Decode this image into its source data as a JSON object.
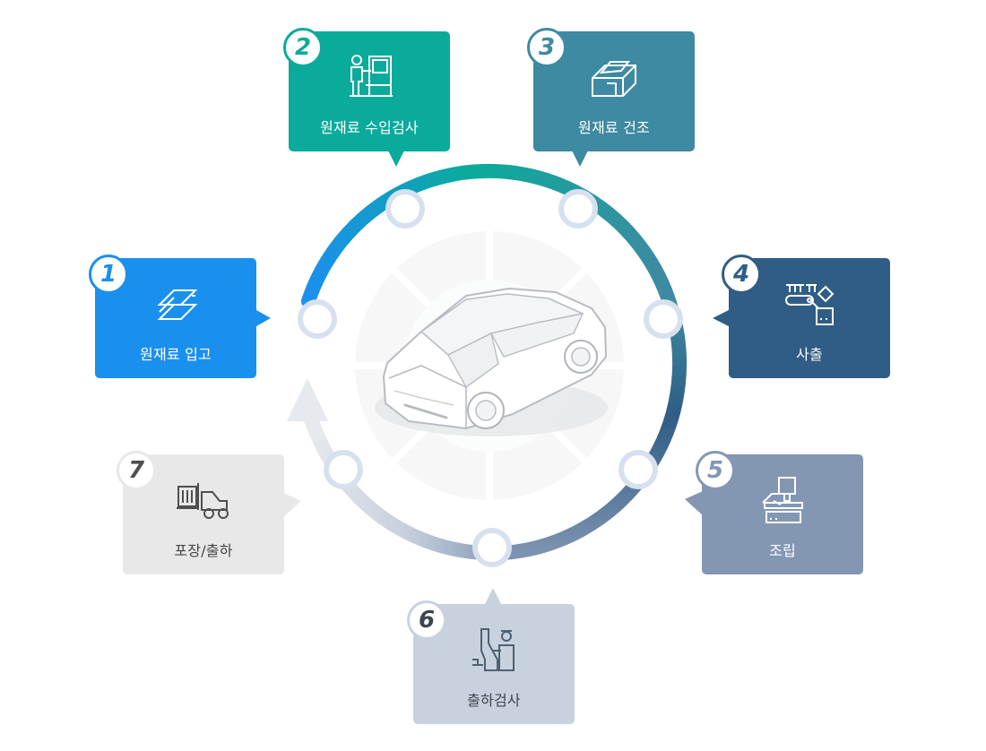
{
  "steps": [
    {
      "num": "1",
      "label": "원재료 입고",
      "color": "#1a90ee",
      "icon": "stacked-sheets-icon"
    },
    {
      "num": "2",
      "label": "원재료 수입검사",
      "color": "#0aab9b",
      "icon": "inspection-worker-icon"
    },
    {
      "num": "3",
      "label": "원재료 건조",
      "color": "#3e8aa2",
      "icon": "dryer-machine-icon"
    },
    {
      "num": "4",
      "label": "사출",
      "color": "#2f5d85",
      "icon": "injection-molding-icon"
    },
    {
      "num": "5",
      "label": "조립",
      "color": "#8397b3",
      "icon": "assembly-press-icon"
    },
    {
      "num": "6",
      "label": "출하검사",
      "color": "#c8d2de",
      "icon": "shipping-inspection-icon"
    },
    {
      "num": "7",
      "label": "포장/출하",
      "color": "#e8e8e8",
      "icon": "forklift-icon"
    }
  ],
  "center": {
    "icon": "car-icon"
  },
  "ring": {
    "arrow_icon": "cycle-arrow-icon"
  }
}
